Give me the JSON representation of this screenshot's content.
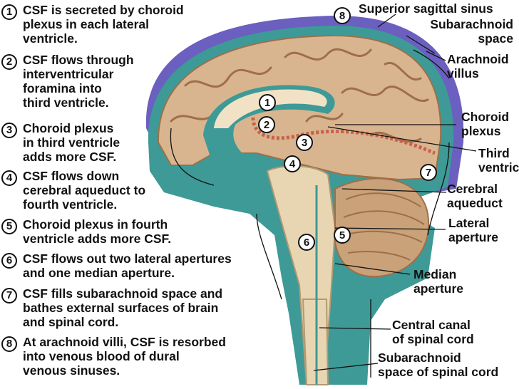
{
  "steps": [
    {
      "num": "1",
      "text": "CSF is secreted by choroid\nplexus in each lateral\nventricle."
    },
    {
      "num": "2",
      "text": "CSF flows through\ninterventricular\nforamina into\nthird ventricle."
    },
    {
      "num": "3",
      "text": "Choroid plexus\nin third ventricle\nadds more CSF."
    },
    {
      "num": "4",
      "text": "CSF flows down\ncerebral aqueduct to\nfourth ventricle."
    },
    {
      "num": "5",
      "text": "Choroid plexus in fourth\nventricle adds more CSF."
    },
    {
      "num": "6",
      "text": "CSF flows out two lateral apertures\nand one median aperture."
    },
    {
      "num": "7",
      "text": "CSF fills subarachnoid space and\nbathes external surfaces of brain\nand spinal cord."
    },
    {
      "num": "8",
      "text": "At arachnoid villi, CSF is resorbed\ninto venous blood of dural\nvenous sinuses."
    }
  ],
  "labels": {
    "superior_sagittal_sinus": "Superior sagittal sinus",
    "subarachnoid_space": "Subarachnoid\nspace",
    "arachnoid_villus": "Arachnoid\nvillus",
    "choroid_plexus": "Choroid\nplexus",
    "third_ventricle": "Third\nventricle",
    "cerebral_aqueduct": "Cerebral\naqueduct",
    "lateral_aperture": "Lateral\naperture",
    "median_aperture": "Median\naperture",
    "central_canal": "Central canal\nof spinal cord",
    "subarachnoid_spinal": "Subarachnoid\nspace of spinal cord"
  },
  "markers": [
    "1",
    "2",
    "3",
    "4",
    "5",
    "6",
    "7",
    "8"
  ],
  "colors": {
    "csf": "#3e9a97",
    "brain": "#d9b58f",
    "brain_shadow": "#9e6f48",
    "dura": "#6b5fbf",
    "cerebellum": "#c9a27a",
    "brainstem": "#e8d6b3",
    "choroid": "#c9604a"
  }
}
